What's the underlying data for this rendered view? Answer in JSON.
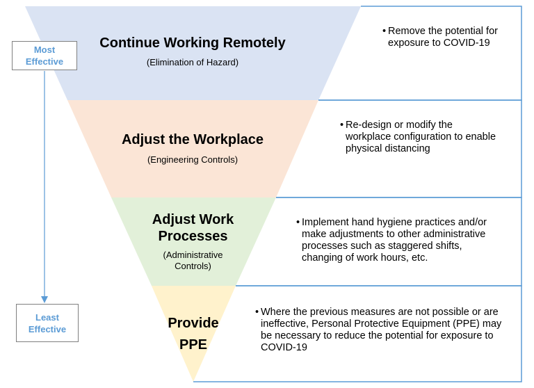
{
  "levels": [
    {
      "title": "Continue Working Remotely",
      "subtitle": "(Elimination of Hazard)",
      "description": "Remove the potential for exposure to COVID-19",
      "fill": "#dae3f3"
    },
    {
      "title": "Adjust the Workplace",
      "subtitle": "(Engineering Controls)",
      "description": "Re-design or modify the workplace configuration to enable physical distancing",
      "fill": "#fbe5d6"
    },
    {
      "title_line1": "Adjust Work",
      "title_line2": "Processes",
      "subtitle_line1": "(Administrative",
      "subtitle_line2": "Controls)",
      "description": "Implement hand hygiene practices and/or make adjustments to other administrative processes such as staggered shifts, changing of work hours, etc.",
      "fill": "#e2f0d9"
    },
    {
      "title_line1": "Provide",
      "title_line2": "PPE",
      "description": "Where the previous measures are not possible or are ineffective, Personal Protective Equipment (PPE) may be necessary to reduce the potential for exposure to COVID-19",
      "fill": "#fff2cc"
    }
  ],
  "effectiveness": {
    "top_line1": "Most",
    "top_line2": "Effective",
    "bottom_line1": "Least",
    "bottom_line2": "Effective",
    "label_color": "#5b9bd5",
    "arrow_color": "#5b9bd5"
  },
  "bullet": "•",
  "border_color": "#5b9bd5"
}
